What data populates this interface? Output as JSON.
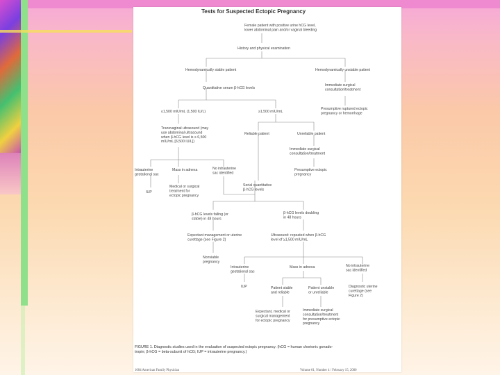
{
  "diagram": {
    "title": "Tests for Suspected Ectopic Pregnancy",
    "nodes": {
      "start": [
        "Female patient with positive urine hCG level,",
        "lower abdominal pain and/or vaginal bleeding"
      ],
      "history": [
        "History and physical examination"
      ],
      "stable": [
        "Hemodynamically stable patient"
      ],
      "unstable": [
        "Hemodynamically unstable patient"
      ],
      "quant": [
        "Quantitative serum β-hCG levels"
      ],
      "surg1": [
        "Immediate surgical",
        "consultation/treatment"
      ],
      "presumptive1": [
        "Presumptive ruptured ectopic",
        "pregnancy or hemorrhage"
      ],
      "low": [
        "≤1,500 mIU/mL (1,500 IU/L)"
      ],
      "high": [
        "≥1,500 mIU/mL"
      ],
      "tvus": [
        "Transvaginal ultrasound (may",
        "use abdominal ultrasound",
        "when β-hCG level is ≥ 6,500",
        "mIU/mL [6,500 IU/L])"
      ],
      "reliable": [
        "Reliable patient"
      ],
      "unreliable": [
        "Unreliable patient"
      ],
      "surg2": [
        "Immediate surgical",
        "consultation/treatment"
      ],
      "presumptive2": [
        "Presumptive ectopic",
        "pregnancy"
      ],
      "iup_sac": [
        "Intrauterine",
        "gestational sac"
      ],
      "mass": [
        "Mass in adnexa"
      ],
      "no_sac1": [
        "No intrauterine",
        "sac identified"
      ],
      "iup1": [
        "IUP"
      ],
      "medical1": [
        "Medical or surgical",
        "treatment for",
        "ectopic pregnancy"
      ],
      "serial": [
        "Serial quantitative",
        "β-hCG levels"
      ],
      "falling": [
        "β-hCG levels falling (or",
        "stable) in 48 hours"
      ],
      "doubling": [
        "β-hCG levels doubling",
        "in 48 hours"
      ],
      "expectant": [
        "Expectant management or uterine",
        "curettage (see Figure 2)"
      ],
      "us_repeat": [
        "Ultrasound: repeated when β-hCG",
        "level of ≥1,500 mIU/mL"
      ],
      "nonviable": [
        "Nonviable",
        "pregnancy"
      ],
      "iup_sac2": [
        "Intrauterine",
        "gestational sac"
      ],
      "mass2": [
        "Mass in adnexa"
      ],
      "no_sac2": [
        "No intrauterine",
        "sac identified"
      ],
      "iup2": [
        "IUP"
      ],
      "pt_stable": [
        "Patient stable",
        "and reliable"
      ],
      "pt_unstable": [
        "Patient unstable",
        "or unreliable"
      ],
      "diag_curettage": [
        "Diagnostic uterine",
        "curettage (see",
        "Figure 2)"
      ],
      "expectant2": [
        "Expectant, medical or",
        "surgical management",
        "for ectopic pregnancy"
      ],
      "surg3": [
        "Immediate surgical",
        "consultation/treatment",
        "for presumptive ectopic",
        "pregnancy"
      ]
    },
    "caption": [
      "FIGURE 1. Diagnostic studies used in the evaluation of suspected ectopic pregnancy. (hCG = human chorionic gonado-",
      "tropin; β-hCG = beta-subunit of hCG; IUP = intrauterine pregnancy.)"
    ],
    "footer_left": "1084   American Family Physician",
    "footer_right": "Volume 61, Number 4 / February 15, 2000"
  }
}
